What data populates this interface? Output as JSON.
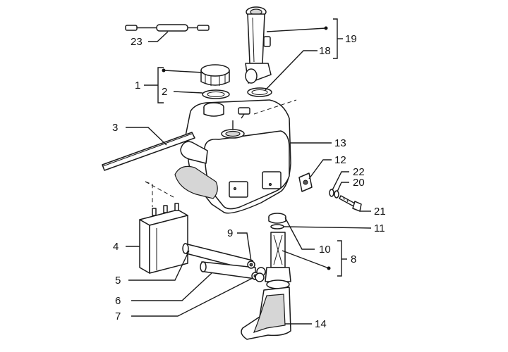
{
  "diagram": {
    "callouts": [
      {
        "id": "c1",
        "label": "1"
      },
      {
        "id": "c2",
        "label": "2"
      },
      {
        "id": "c3",
        "label": "3"
      },
      {
        "id": "c4",
        "label": "4"
      },
      {
        "id": "c5",
        "label": "5"
      },
      {
        "id": "c6",
        "label": "6"
      },
      {
        "id": "c7",
        "label": "7"
      },
      {
        "id": "c8",
        "label": "8"
      },
      {
        "id": "c9",
        "label": "9"
      },
      {
        "id": "c10",
        "label": "10"
      },
      {
        "id": "c11",
        "label": "11"
      },
      {
        "id": "c12",
        "label": "12"
      },
      {
        "id": "c13",
        "label": "13"
      },
      {
        "id": "c14",
        "label": "14"
      },
      {
        "id": "c18",
        "label": "18"
      },
      {
        "id": "c19",
        "label": "19"
      },
      {
        "id": "c20",
        "label": "20"
      },
      {
        "id": "c21",
        "label": "21"
      },
      {
        "id": "c22",
        "label": "22"
      },
      {
        "id": "c23",
        "label": "23"
      }
    ]
  }
}
